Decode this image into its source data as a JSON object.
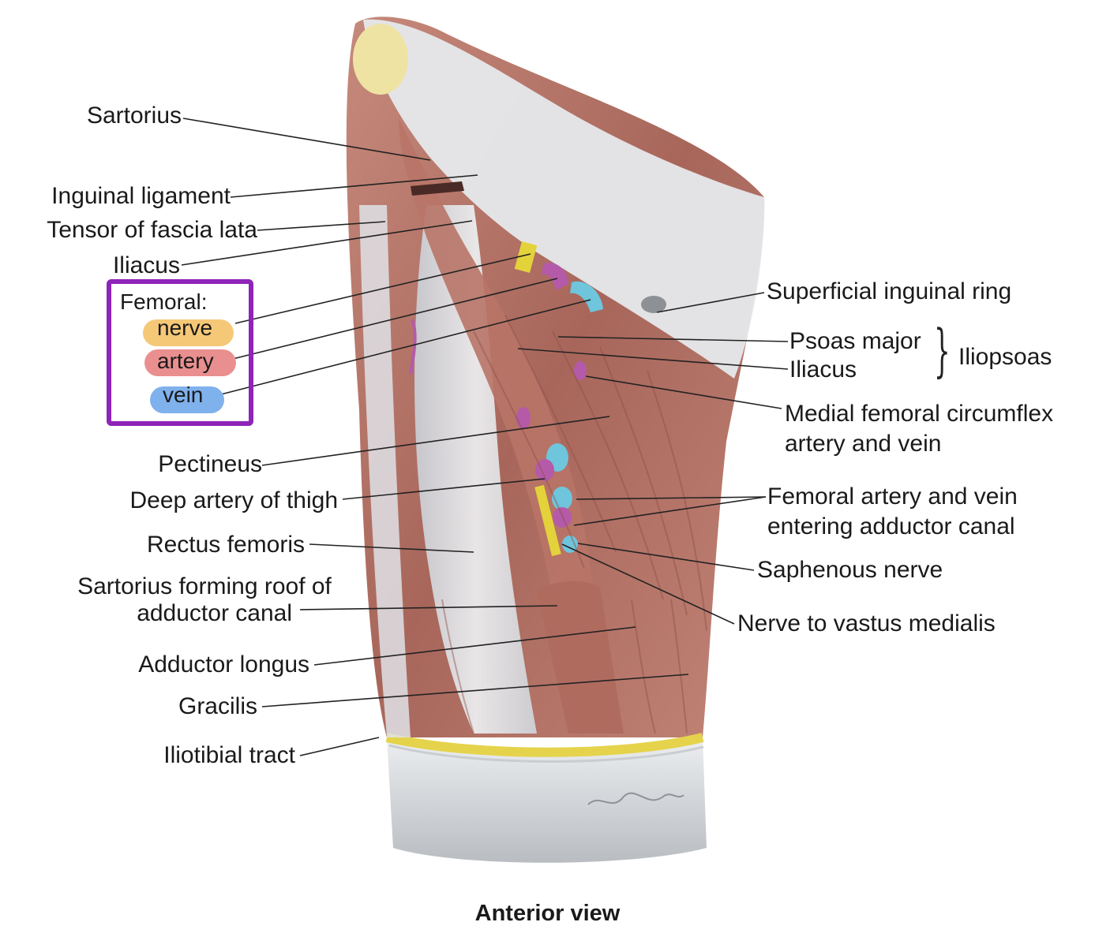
{
  "caption": "Anterior view",
  "legend": {
    "title": "Femoral:",
    "items": [
      {
        "label": "nerve",
        "color": "#f5c878"
      },
      {
        "label": "artery",
        "color": "#ea8f8f"
      },
      {
        "label": "vein",
        "color": "#7fb1ec"
      }
    ],
    "border_color": "#8e24b8"
  },
  "labels_left": {
    "sartorius": "Sartorius",
    "inguinal_ligament": "Inguinal ligament",
    "tensor_fascia_lata": "Tensor of fascia lata",
    "iliacus": "Iliacus",
    "pectineus": "Pectineus",
    "deep_artery_thigh": "Deep artery of thigh",
    "rectus_femoris": "Rectus femoris",
    "sartorius_roof_line1": "Sartorius forming roof of",
    "sartorius_roof_line2": "adductor canal",
    "adductor_longus": "Adductor longus",
    "gracilis": "Gracilis",
    "iliotibial_tract": "Iliotibial tract"
  },
  "labels_right": {
    "superficial_inguinal_ring": "Superficial inguinal ring",
    "psoas_major": "Psoas major",
    "iliacus": "Iliacus",
    "iliopsoas": "Iliopsoas",
    "medial_circumflex_line1": "Medial femoral circumflex",
    "medial_circumflex_line2": "artery and vein",
    "femoral_entering_line1": "Femoral artery and vein",
    "femoral_entering_line2": "entering adductor canal",
    "saphenous_nerve": "Saphenous nerve",
    "nerve_vastus_medialis": "Nerve to vastus medialis"
  },
  "colors": {
    "muscle": "#b5756a",
    "muscle_dark": "#8f4f45",
    "fascia": "#d9dde2",
    "fat": "#e8d56a",
    "nerve": "#e3d23a",
    "artery": "#b55aa8",
    "vein": "#6ec5dc"
  }
}
